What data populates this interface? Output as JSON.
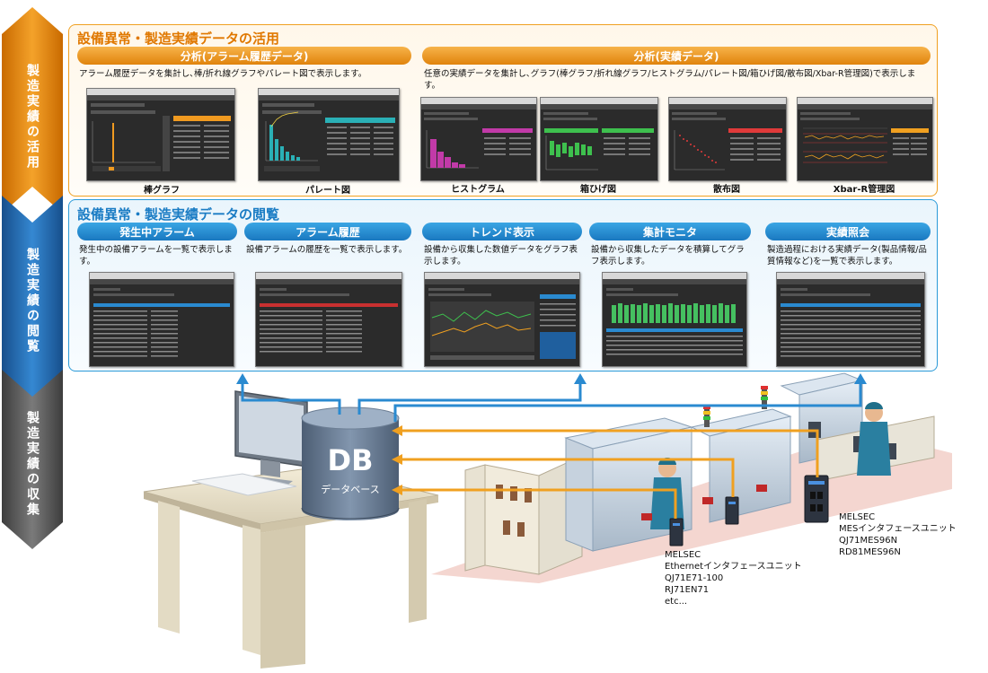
{
  "sidebar": {
    "steps": [
      {
        "label": "製造実績の活用",
        "color": "#e88a10"
      },
      {
        "label": "製造実績の閲覧",
        "color": "#1f6fb8"
      },
      {
        "label": "製造実績の収集",
        "color": "#5c5c5c"
      }
    ]
  },
  "utilization": {
    "title": "設備異常・製造実績データの活用",
    "alarm_analysis": {
      "header": "分析(アラーム履歴データ)",
      "description": "アラーム履歴データを集計し､棒/折れ線グラフやパレート図で表示します。",
      "captions": [
        "棒グラフ",
        "パレート図"
      ]
    },
    "result_analysis": {
      "header": "分析(実績データ)",
      "description": "任意の実績データを集計し､グラフ(棒グラフ/折れ線グラフ/ヒストグラム/パレート図/箱ひげ図/散布図/Xbar-R管理図)で表示します。",
      "captions": [
        "ヒストグラム",
        "箱ひげ図",
        "散布図",
        "Xbar-R管理図"
      ]
    }
  },
  "viewing": {
    "title": "設備異常・製造実績データの閲覧",
    "items": [
      {
        "header": "発生中アラーム",
        "description": "発生中の設備アラームを一覧で表示します。"
      },
      {
        "header": "アラーム履歴",
        "description": "設備アラームの履歴を一覧で表示します。"
      },
      {
        "header": "トレンド表示",
        "description": "設備から収集した数値データをグラフ表示します。"
      },
      {
        "header": "集計モニタ",
        "description": "設備から収集したデータを積算してグラフ表示します。"
      },
      {
        "header": "実績照会",
        "description": "製造過程における実績データ(製品情報/品質情報など)を一覧で表示します。"
      }
    ]
  },
  "database": {
    "title": "DB",
    "subtitle": "データベース"
  },
  "modules": {
    "ethernet": {
      "lines": [
        "MELSEC",
        "Ethernetインタフェースユニット",
        "QJ71E71-100",
        "RJ71EN71",
        "etc..."
      ]
    },
    "mes": {
      "lines": [
        "MELSEC",
        "MESインタフェースユニット",
        "QJ71MES96N",
        "RD81MES96N"
      ]
    }
  },
  "colors": {
    "orange": "#e88a10",
    "blue": "#1f6fb8",
    "light_blue": "#2a9ad8",
    "gray": "#5c5c5c",
    "arrow_orange": "#f0a020"
  }
}
